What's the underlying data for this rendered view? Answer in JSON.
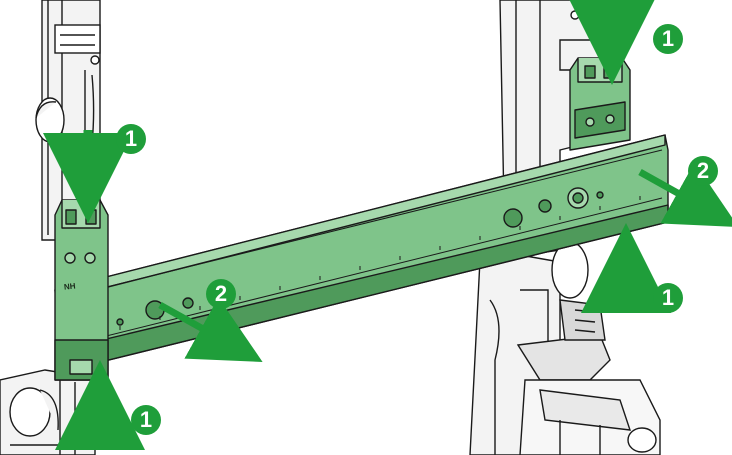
{
  "colors": {
    "rail_fill": "#7fc48a",
    "rail_light": "#a6d9ad",
    "rail_dark": "#4f9a5b",
    "line": "#1a1a1a",
    "arrow": "#1f9e3a",
    "badge": "#1f9e3a",
    "frame": "#f3f3f3"
  },
  "steps": {
    "step_1": "1",
    "step_2": "2"
  },
  "rail_marking": "NH"
}
